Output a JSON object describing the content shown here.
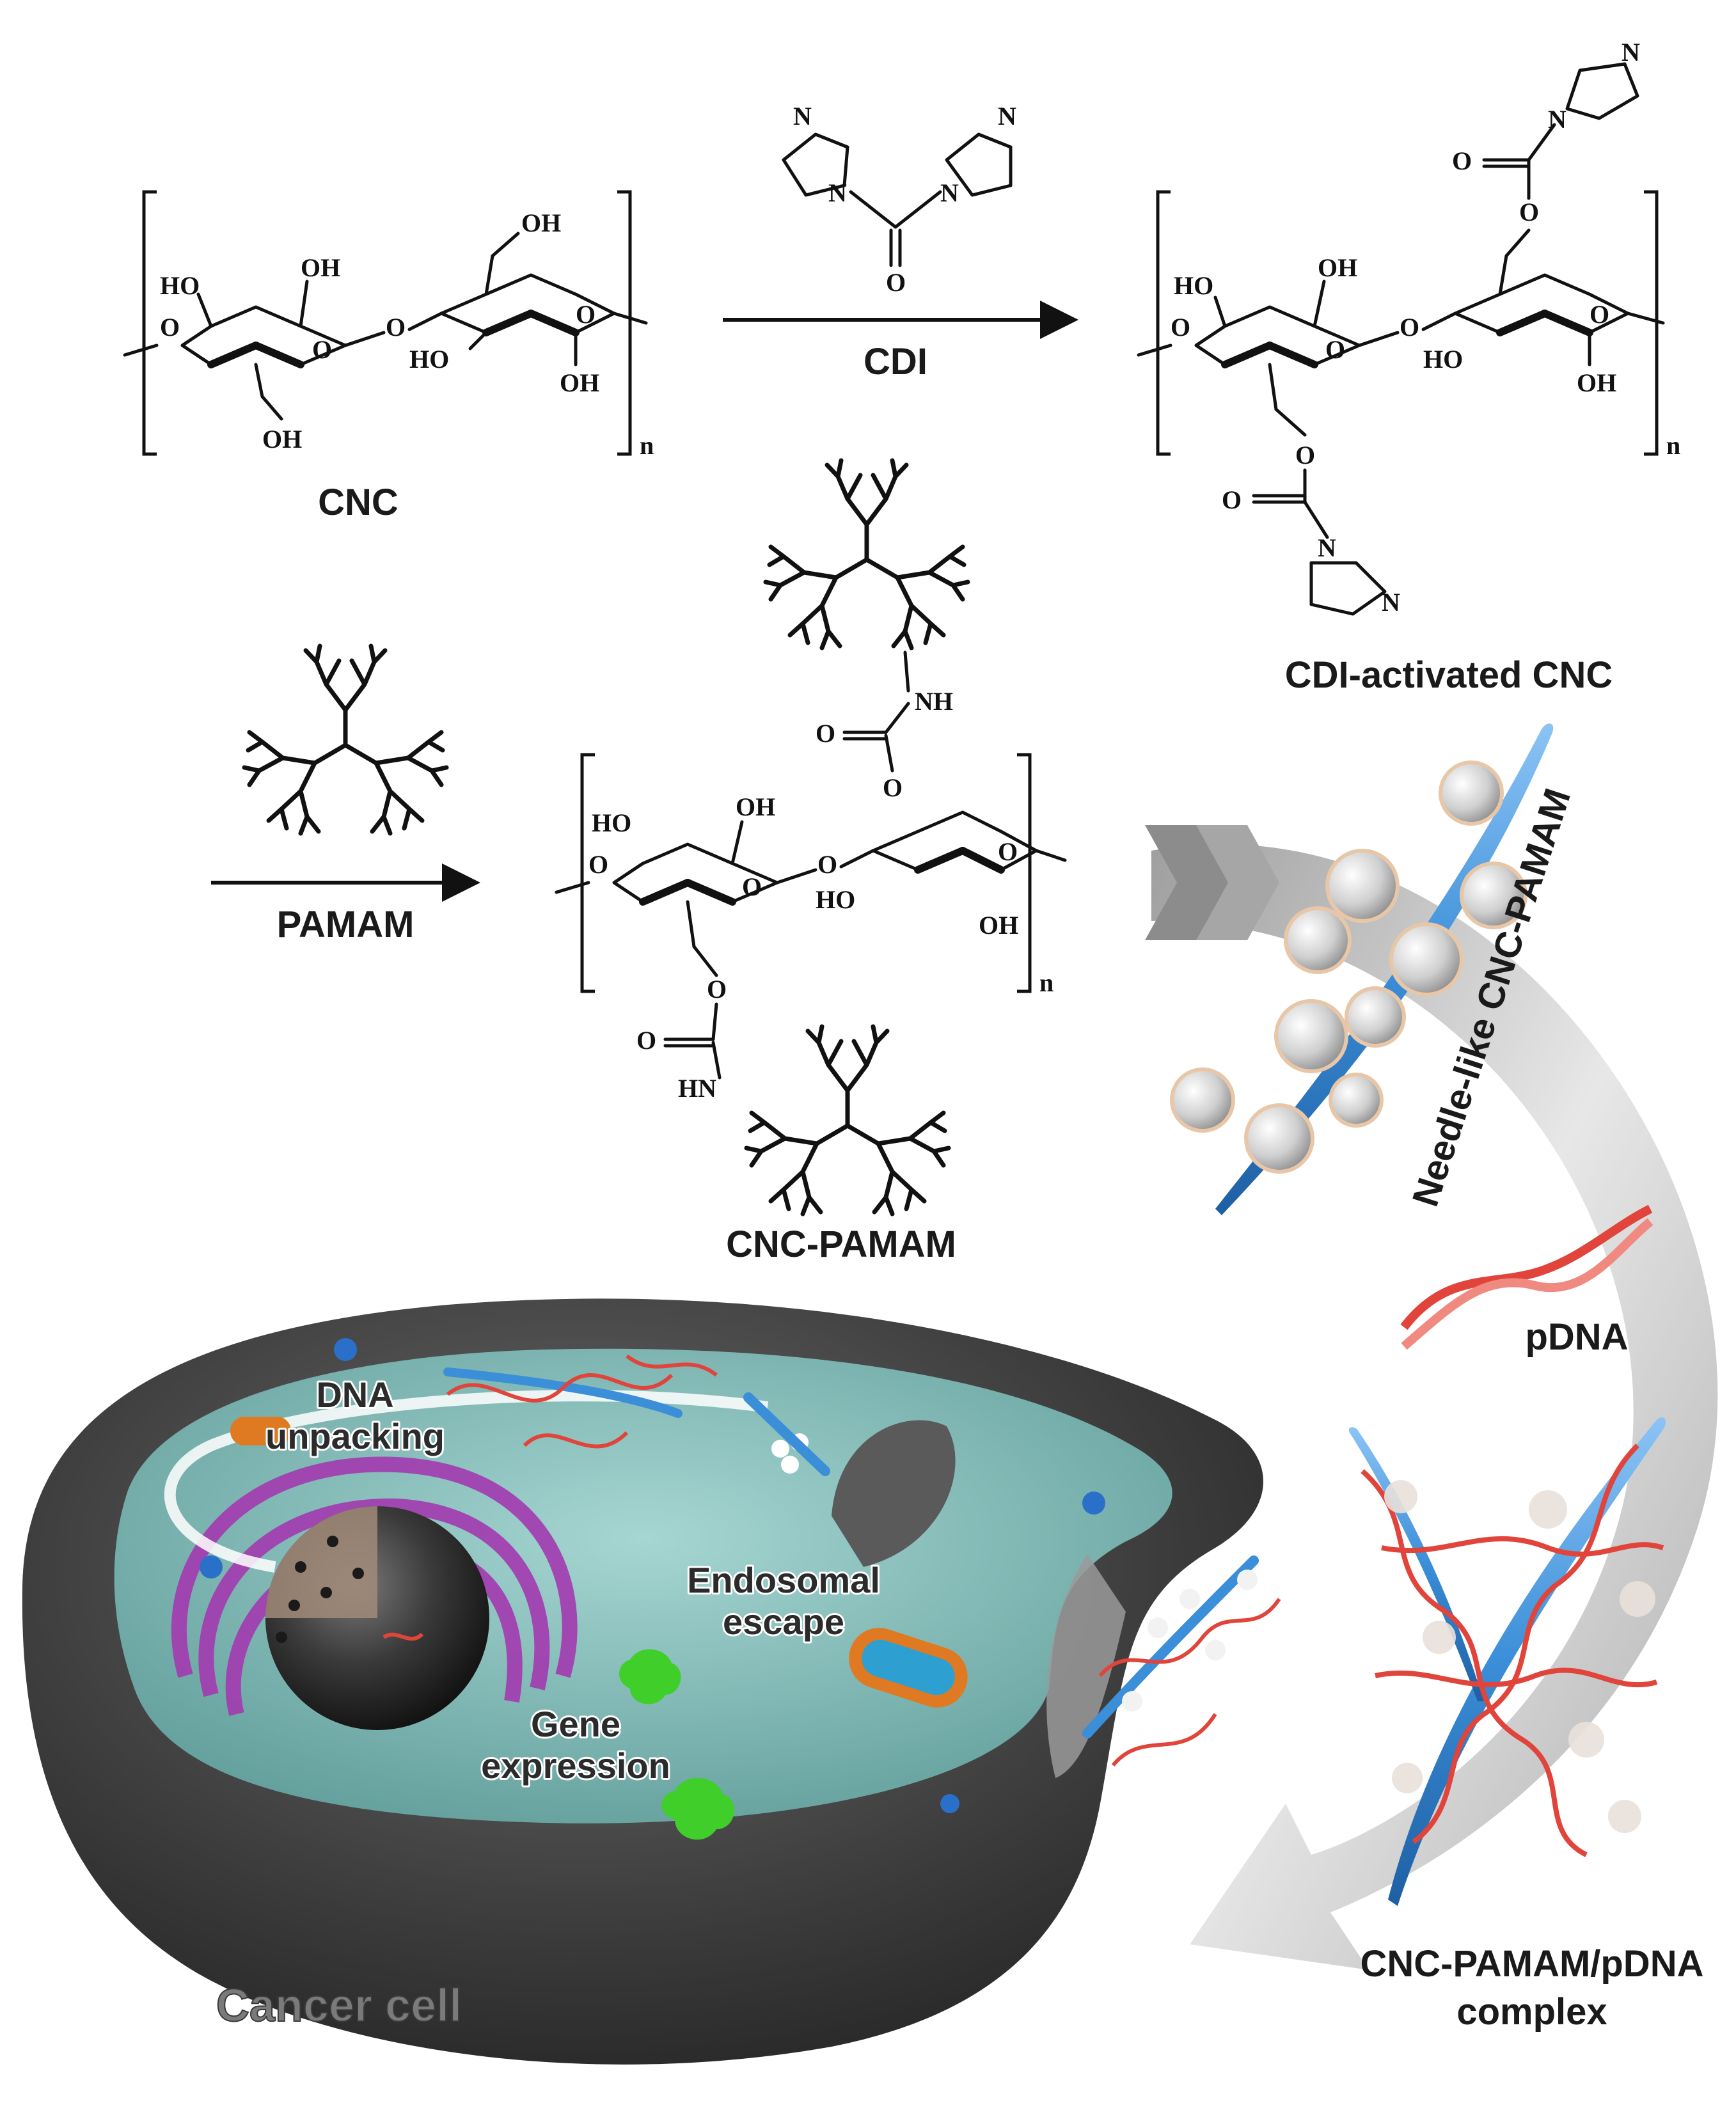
{
  "labels": {
    "cnc": "CNC",
    "cdi": "CDI",
    "cdi_activated": "CDI-activated CNC",
    "pamam": "PAMAM",
    "cnc_pamam": "CNC-PAMAM",
    "needle_like": "Needle-like CNC-PAMAM",
    "pdna": "pDNA",
    "complex_line1": "CNC-PAMAM/pDNA",
    "complex_line2": "complex",
    "cancer_cell": "Cancer cell",
    "dna_line1": "DNA",
    "dna_line2": "unpacking",
    "endo_line1": "Endosomal",
    "endo_line2": "escape",
    "gene_line1": "Gene",
    "gene_line2": "expression"
  },
  "chem": {
    "oh": "OH",
    "ho": "HO",
    "o": "O",
    "n": "N",
    "nh": "NH",
    "hn": "HN",
    "sub_n": "n"
  },
  "colors": {
    "cell_shell": "#4a4a4a",
    "cytoplasm": "#7fb8b5",
    "golgi": "#a33ab0",
    "dna": "#e0443a",
    "needle": "#3b8ed8",
    "mitochondria": "#e07a22",
    "protein": "#3fce2a",
    "process_arrow": "#b8b8b8"
  }
}
